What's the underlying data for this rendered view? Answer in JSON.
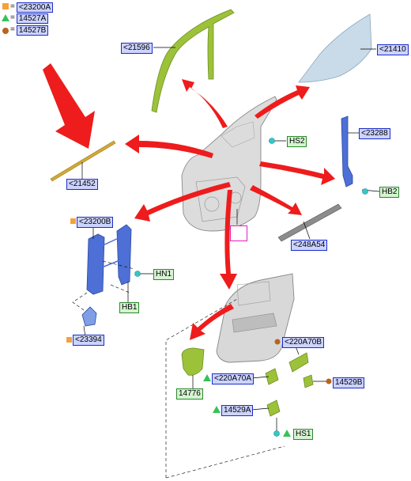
{
  "legend": [
    {
      "symbol": "square",
      "color": "#f4a23a",
      "code": "<23200A"
    },
    {
      "symbol": "triangle",
      "color": "#35c25a",
      "code": "14527A"
    },
    {
      "symbol": "circle",
      "color": "#b8641e",
      "code": "14527B"
    }
  ],
  "legend_eq": "=",
  "callouts": {
    "c21596": "<21596",
    "c21410": "<21410",
    "c21452": "<21452",
    "c23288": "<23288",
    "hs2": "HS2",
    "hb2": "HB2",
    "c23200b": "<23200B",
    "c248a54": "<248A54",
    "hn1": "HN1",
    "hb1": "HB1",
    "c23394": "<23394",
    "c220a70b": "<220A70B",
    "c220a70a": "<220A70A",
    "c14776": "14776",
    "c14529b": "14529B",
    "c14529a": "14529A",
    "hs1": "HS1"
  },
  "colors": {
    "arrow": "#ee1c1c",
    "callout_blue_fill": "#ccd3ff",
    "callout_blue_border": "#1c2dc8",
    "callout_green_fill": "#d6f3d2",
    "callout_green_border": "#2a8a2a",
    "glass": "#c9dbe9",
    "part_blue": "#4d6fd6",
    "part_green": "#9cc23a",
    "clip_cyan": "#34c8c8",
    "door_gray": "#dcdcdc"
  }
}
